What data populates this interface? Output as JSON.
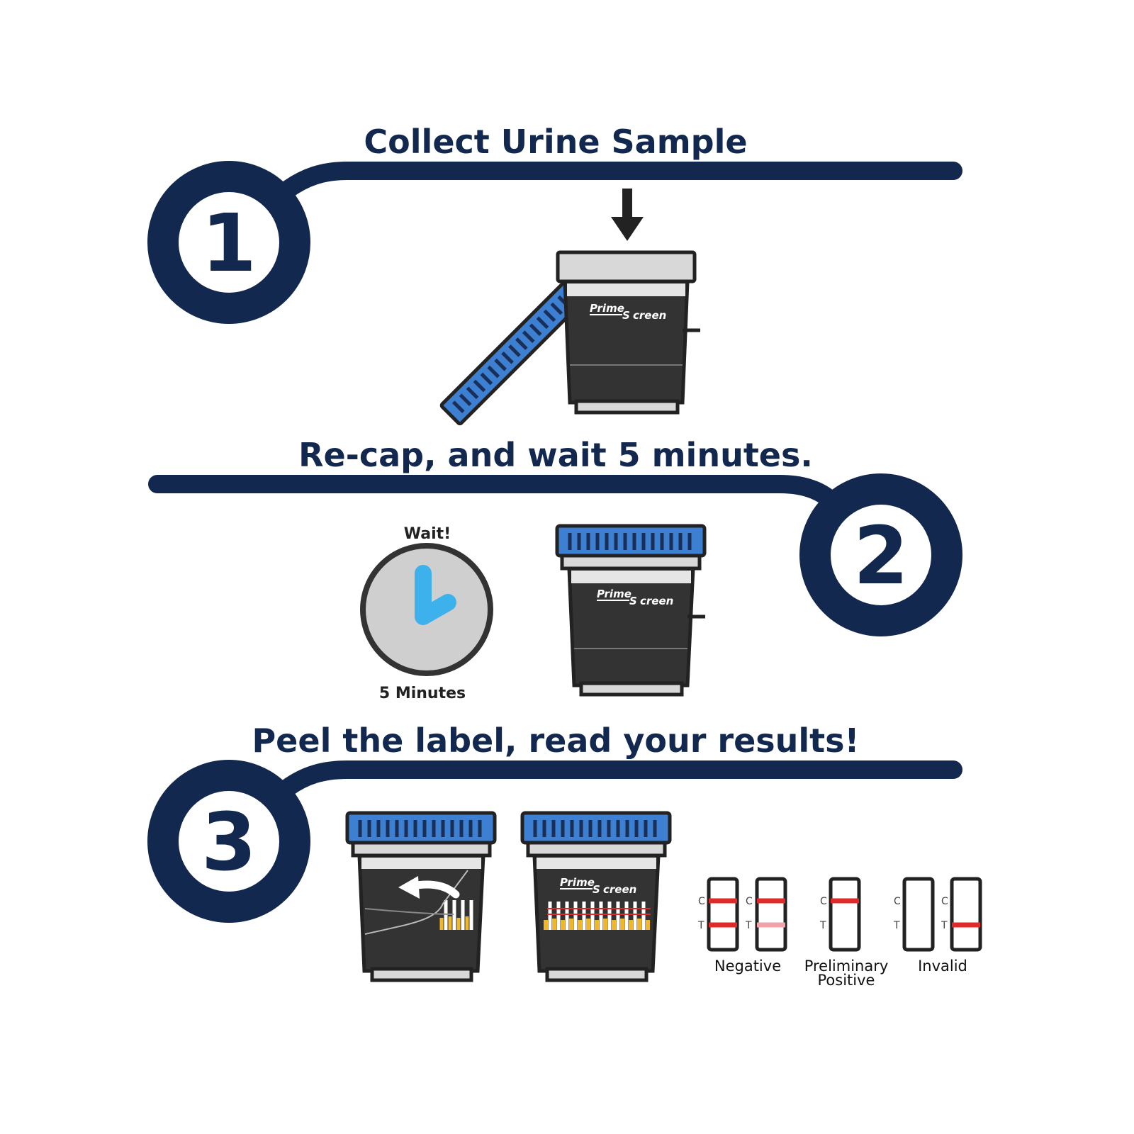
{
  "colors": {
    "navy": "#13284f",
    "blue": "#3d7fd0",
    "cup_dark": "#333333",
    "cup_light": "#d8d8d8",
    "clock_hand": "#3db1ec",
    "line_red": "#e02a2a",
    "line_faint": "#f0a3aa",
    "urine": "#f1b72a"
  },
  "steps": [
    {
      "number": "1",
      "title": "Collect Urine Sample"
    },
    {
      "number": "2",
      "title": "Re-cap, and wait 5 minutes."
    },
    {
      "number": "3",
      "title": "Peel the label, read your results!"
    }
  ],
  "timer": {
    "top_label": "Wait!",
    "bottom_label": "5 Minutes"
  },
  "brand": {
    "part1": "Prime",
    "part2": "creen"
  },
  "strip_labels": {
    "control": "C",
    "test": "T"
  },
  "results": [
    {
      "label": "Negative"
    },
    {
      "label_line1": "Preliminary",
      "label_line2": "Positive"
    },
    {
      "label": "Invalid"
    }
  ],
  "icons": [
    "arrow-down-icon",
    "clock-icon",
    "peel-arrow-icon"
  ]
}
